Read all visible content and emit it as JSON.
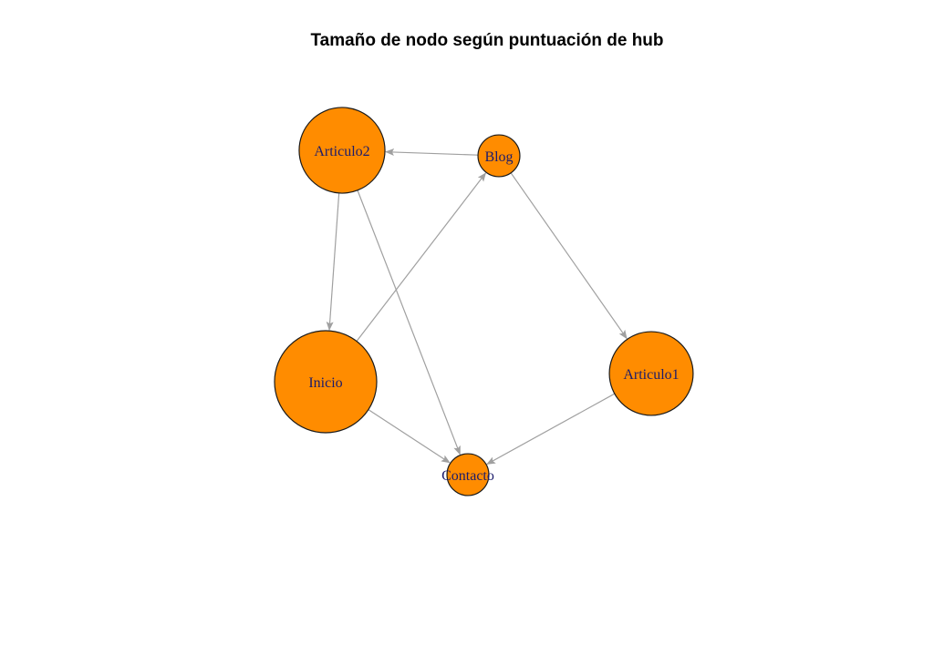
{
  "title": "Tamaño de nodo según puntuación de hub",
  "colors": {
    "node_fill": "#ff8c00",
    "node_stroke": "#1a1a1a",
    "edge": "#a0a0a0",
    "label": "#1c1c6b"
  },
  "nodes": [
    {
      "id": "Articulo2",
      "label": "Articulo2",
      "hub": 0.84
    },
    {
      "id": "Blog",
      "label": "Blog",
      "hub": 0.41
    },
    {
      "id": "Inicio",
      "label": "Inicio",
      "hub": 1.0
    },
    {
      "id": "Articulo1",
      "label": "Articulo1",
      "hub": 0.82
    },
    {
      "id": "Contacto",
      "label": "Contacto",
      "hub": 0.41
    }
  ],
  "edges": [
    {
      "from": "Blog",
      "to": "Articulo2"
    },
    {
      "from": "Blog",
      "to": "Articulo1"
    },
    {
      "from": "Articulo2",
      "to": "Inicio"
    },
    {
      "from": "Articulo2",
      "to": "Contacto"
    },
    {
      "from": "Inicio",
      "to": "Blog"
    },
    {
      "from": "Inicio",
      "to": "Contacto"
    },
    {
      "from": "Articulo1",
      "to": "Contacto"
    }
  ]
}
